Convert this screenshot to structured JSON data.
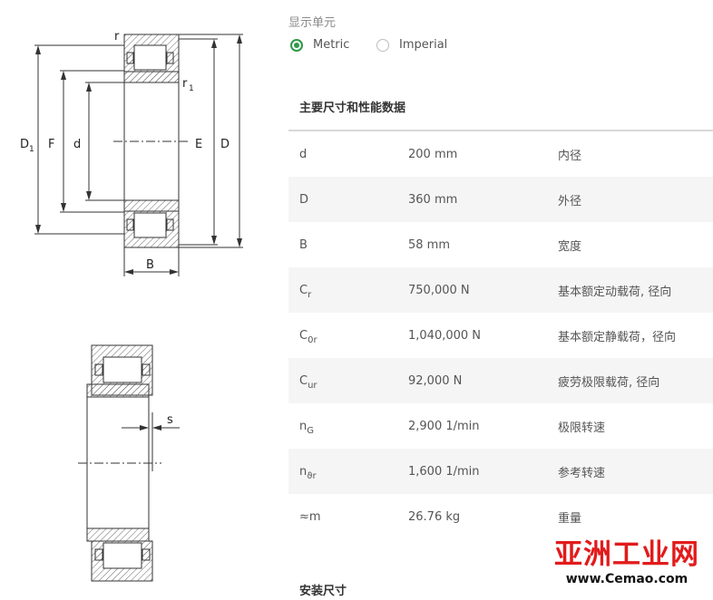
{
  "units": {
    "title": "显示单元",
    "options": [
      {
        "label": "Metric",
        "selected": true
      },
      {
        "label": "Imperial",
        "selected": false
      }
    ]
  },
  "main_dimensions": {
    "title": "主要尺寸和性能数据",
    "rows": [
      {
        "symbol": "d",
        "sub": "",
        "value": "200 mm",
        "desc": "内径"
      },
      {
        "symbol": "D",
        "sub": "",
        "value": "360 mm",
        "desc": "外径"
      },
      {
        "symbol": "B",
        "sub": "",
        "value": "58 mm",
        "desc": "宽度"
      },
      {
        "symbol": "C",
        "sub": "r",
        "value": "750,000 N",
        "desc": "基本额定动载荷, 径向"
      },
      {
        "symbol": "C",
        "sub": "0r",
        "value": "1,040,000 N",
        "desc": "基本额定静载荷，径向"
      },
      {
        "symbol": "C",
        "sub": "ur",
        "value": "92,000 N",
        "desc": "疲劳极限载荷, 径向"
      },
      {
        "symbol": "n",
        "sub": "G",
        "value": "2,900 1/min",
        "desc": "极限转速"
      },
      {
        "symbol": "n",
        "sub": "ϑr",
        "value": "1,600 1/min",
        "desc": "参考转速"
      },
      {
        "symbol": "≈m",
        "sub": "",
        "value": "26.76 kg",
        "desc": "重量"
      }
    ]
  },
  "mounting_dimensions": {
    "title": "安装尺寸"
  },
  "drawing_labels": {
    "r": "r",
    "r1": "r",
    "r1_sub": "1",
    "D1": "D",
    "D1_sub": "1",
    "F": "F",
    "d": "d",
    "E": "E",
    "D": "D",
    "B": "B",
    "s": "s"
  },
  "watermark": {
    "big": "亚洲工业网",
    "small": "www.Cemao.com"
  },
  "colors": {
    "accent": "#2e9a47",
    "watermark": "#e21b1b"
  }
}
